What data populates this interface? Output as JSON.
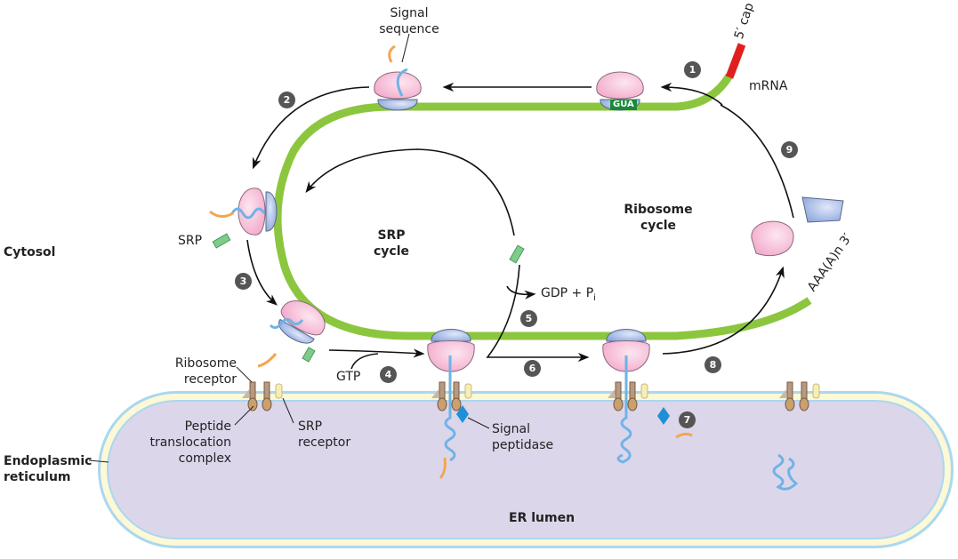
{
  "compartments": {
    "cytosol": "Cytosol",
    "er": [
      "Endoplasmic",
      "reticulum"
    ],
    "er_lumen": "ER lumen"
  },
  "cycles": {
    "srp": [
      "SRP",
      "cycle"
    ],
    "ribosome": [
      "Ribosome",
      "cycle"
    ]
  },
  "labels": {
    "signal_sequence": [
      "Signal",
      "sequence"
    ],
    "mrna": "mRNA",
    "five_cap": "5′ cap",
    "poly_a": "AAA(A)n 3′",
    "codon": "GUA",
    "srp": "SRP",
    "ribosome_receptor": [
      "Ribosome",
      "receptor"
    ],
    "peptide_translocation": [
      "Peptide",
      "translocation",
      "complex"
    ],
    "srp_receptor": [
      "SRP",
      "receptor"
    ],
    "gtp": "GTP",
    "gdp_pi": "GDP + P",
    "gdp_pi_sub": "i",
    "signal_peptidase": [
      "Signal",
      "peptidase"
    ]
  },
  "steps": [
    "1",
    "2",
    "3",
    "4",
    "5",
    "6",
    "7",
    "8",
    "9"
  ],
  "colors": {
    "mrna": "#8cc63f",
    "cap": "#e02020",
    "ribosome_large": "#f4bcd6",
    "ribosome_small": "#9db3e0",
    "er_lumen": "#dcd6ea",
    "er_membrane": "#fdf8d6",
    "er_outline": "#a9d8ef",
    "peptide": "#6fb3e6",
    "signal": "#f3a650",
    "srp": "#7fcc8a",
    "receptor": "#b89a80",
    "srp_receptor": "#f8eeb4",
    "peptidase": "#1f8fd6",
    "badge": "#555555"
  }
}
